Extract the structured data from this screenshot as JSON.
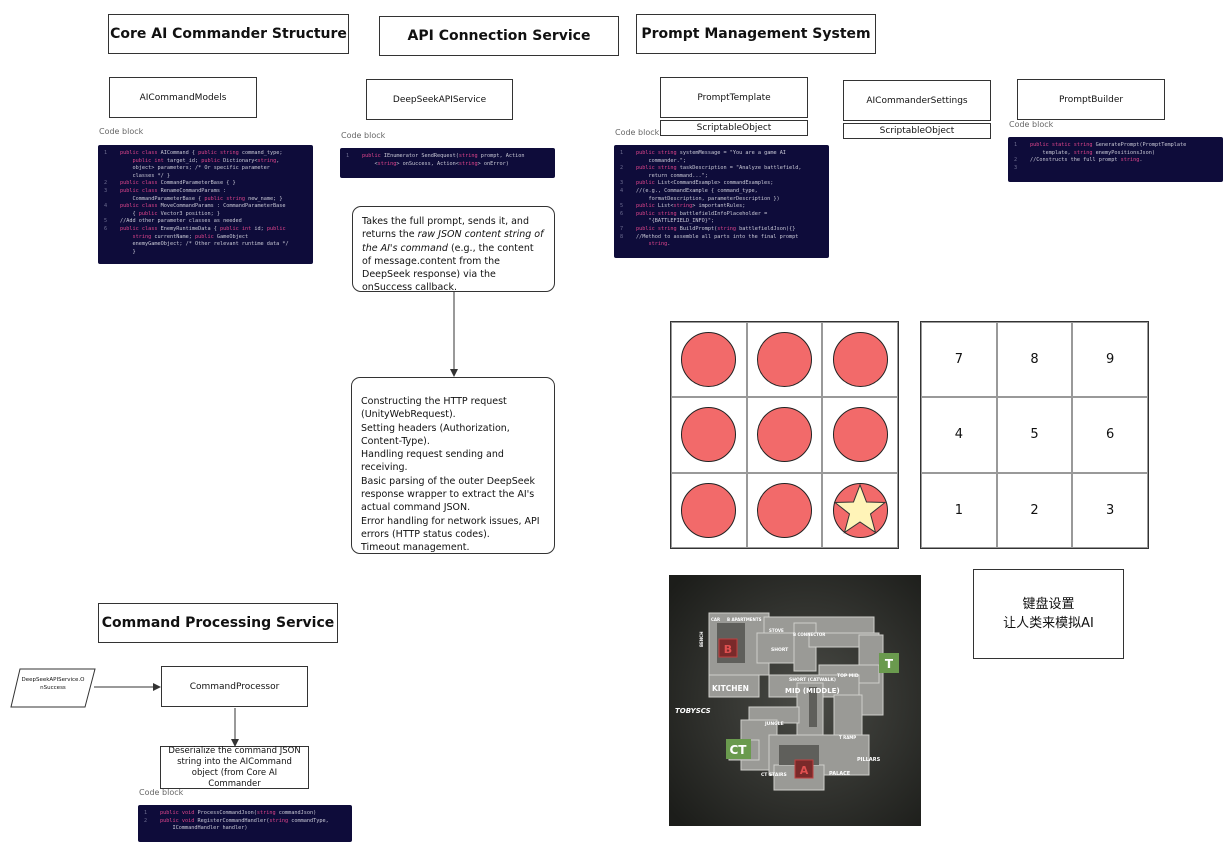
{
  "sections": {
    "core": "Core AI Commander Structure",
    "api": "API Connection Service",
    "prompt": "Prompt Management System",
    "command": "Command Processing Service"
  },
  "code_caption": "Code block",
  "components": {
    "ai_command_models": "AICommandModels",
    "deepseek_api_service": "DeepSeekAPIService",
    "prompt_template": "PromptTemplate",
    "prompt_template_tag": "ScriptableObject",
    "ai_commander_settings": "AICommanderSettings",
    "ai_commander_settings_tag": "ScriptableObject",
    "prompt_builder": "PromptBuilder",
    "command_processor": "CommandProcessor",
    "input_label": "DeepSeekAPIService.O nSuccess",
    "deserialize": "Deserialize the command JSON string into the AICommand object (from Core AI Commander"
  },
  "notes": {
    "api_summary_before": "Takes the full prompt, sends it, and returns the ",
    "api_summary_em": "raw JSON content string of the AI's command",
    "api_summary_after": " (e.g., the content of message.content from the DeepSeek response) via the onSuccess callback.",
    "api_details": [
      "Constructing the HTTP request (UnityWebRequest).",
      "Setting headers (Authorization, Content-Type).",
      "Handling request sending and receiving.",
      "Basic parsing of the outer DeepSeek response wrapper to extract the AI's actual command JSON.",
      "Error handling for network issues, API errors (HTTP status codes).",
      "Timeout management."
    ]
  },
  "code": {
    "ai_command_models": [
      {
        "n": "1",
        "t": "public class AICommand { public string command_type;"
      },
      {
        "n": "",
        "t": "    public int target_id; public Dictionary<string,"
      },
      {
        "n": "",
        "t": "    object> parameters; /* Or specific parameter"
      },
      {
        "n": "",
        "t": "    classes */ }"
      },
      {
        "n": "2",
        "t": "public class CommandParameterBase { }"
      },
      {
        "n": "3",
        "t": "public class RenameCommandParams :"
      },
      {
        "n": "",
        "t": "    CommandParameterBase { public string new_name; }"
      },
      {
        "n": "4",
        "t": "public class MoveCommandParams : CommandParameterBase"
      },
      {
        "n": "",
        "t": "    { public Vector3 position; }"
      },
      {
        "n": "5",
        "t": "//Add other parameter classes as needed"
      },
      {
        "n": "6",
        "t": "public class EnemyRuntimeData { public int id; public"
      },
      {
        "n": "",
        "t": "    string currentName; public GameObject"
      },
      {
        "n": "",
        "t": "    enemyGameObject; /* Other relevant runtime data */"
      },
      {
        "n": "",
        "t": "    }"
      }
    ],
    "deepseek_api_service": [
      {
        "n": "1",
        "t": "public IEnumerator SendRequest(string prompt, Action"
      },
      {
        "n": "",
        "t": "    <string> onSuccess, Action<string> onError)"
      }
    ],
    "prompt_template": [
      {
        "n": "1",
        "t": "public string systemMessage = \"You are a game AI"
      },
      {
        "n": "",
        "t": "    commander.\";"
      },
      {
        "n": "2",
        "t": "public string taskDescription = \"Analyze battlefield,"
      },
      {
        "n": "",
        "t": "    return command...\";"
      },
      {
        "n": "3",
        "t": "public List<CommandExample> commandExamples;"
      },
      {
        "n": "4",
        "t": "//(e.g., CommandExample { command_type,"
      },
      {
        "n": "",
        "t": "    formatDescription, parameterDescription })"
      },
      {
        "n": "5",
        "t": "public List<string> importantRules;"
      },
      {
        "n": "6",
        "t": "public string battlefieldInfoPlaceholder ="
      },
      {
        "n": "",
        "t": "    \"{BATTLEFIELD_INFO}\";"
      },
      {
        "n": "7",
        "t": "public string BuildPrompt(string battlefieldJson){}"
      },
      {
        "n": "8",
        "t": "//Method to assemble all parts into the final prompt"
      },
      {
        "n": "",
        "t": "    string."
      }
    ],
    "prompt_builder": [
      {
        "n": "1",
        "t": "public static string GeneratePrompt(PromptTemplate"
      },
      {
        "n": "",
        "t": "    template, string enemyPositionsJson)"
      },
      {
        "n": "2",
        "t": "//Constructs the full prompt string."
      },
      {
        "n": "3",
        "t": ""
      }
    ],
    "command_processor": [
      {
        "n": "1",
        "t": "public void ProcessCommandJson(string commandJson)"
      },
      {
        "n": "2",
        "t": "public void RegisterCommandHandler(string commandType,"
      },
      {
        "n": "",
        "t": "    ICommandHandler handler)"
      }
    ]
  },
  "numpad": [
    "7",
    "8",
    "9",
    "4",
    "5",
    "6",
    "1",
    "2",
    "3"
  ],
  "map": {
    "labels": {
      "b": "B",
      "t": "T",
      "ct": "CT",
      "a": "A",
      "kitchen": "KITCHEN",
      "mid": "MID (MIDDLE)",
      "short_catwalk": "SHORT (CATWALK)",
      "top_mid": "TOP MID",
      "pillars": "PILLARS",
      "palace": "PALACE",
      "ct_stairs": "CT STAIRS",
      "jungle": "JUNGLE",
      "short": "SHORT",
      "bench": "BENCH",
      "car": "CAR",
      "b_apartments": "B APARTMENTS",
      "stove": "STOVE",
      "b_connector": "B CONNECTOR",
      "t_ramp": "T RAMP",
      "brand": "TOBYSCS"
    }
  },
  "keyboard_note": {
    "line1": "键盘设置",
    "line2": "让人类来模拟AI"
  },
  "colors": {
    "code_bg": "#0e0c3a",
    "circle": "#f26a6a",
    "star": "#fff4b8",
    "map_green": "#6a9a4e",
    "map_red": "#7a2a2a"
  }
}
